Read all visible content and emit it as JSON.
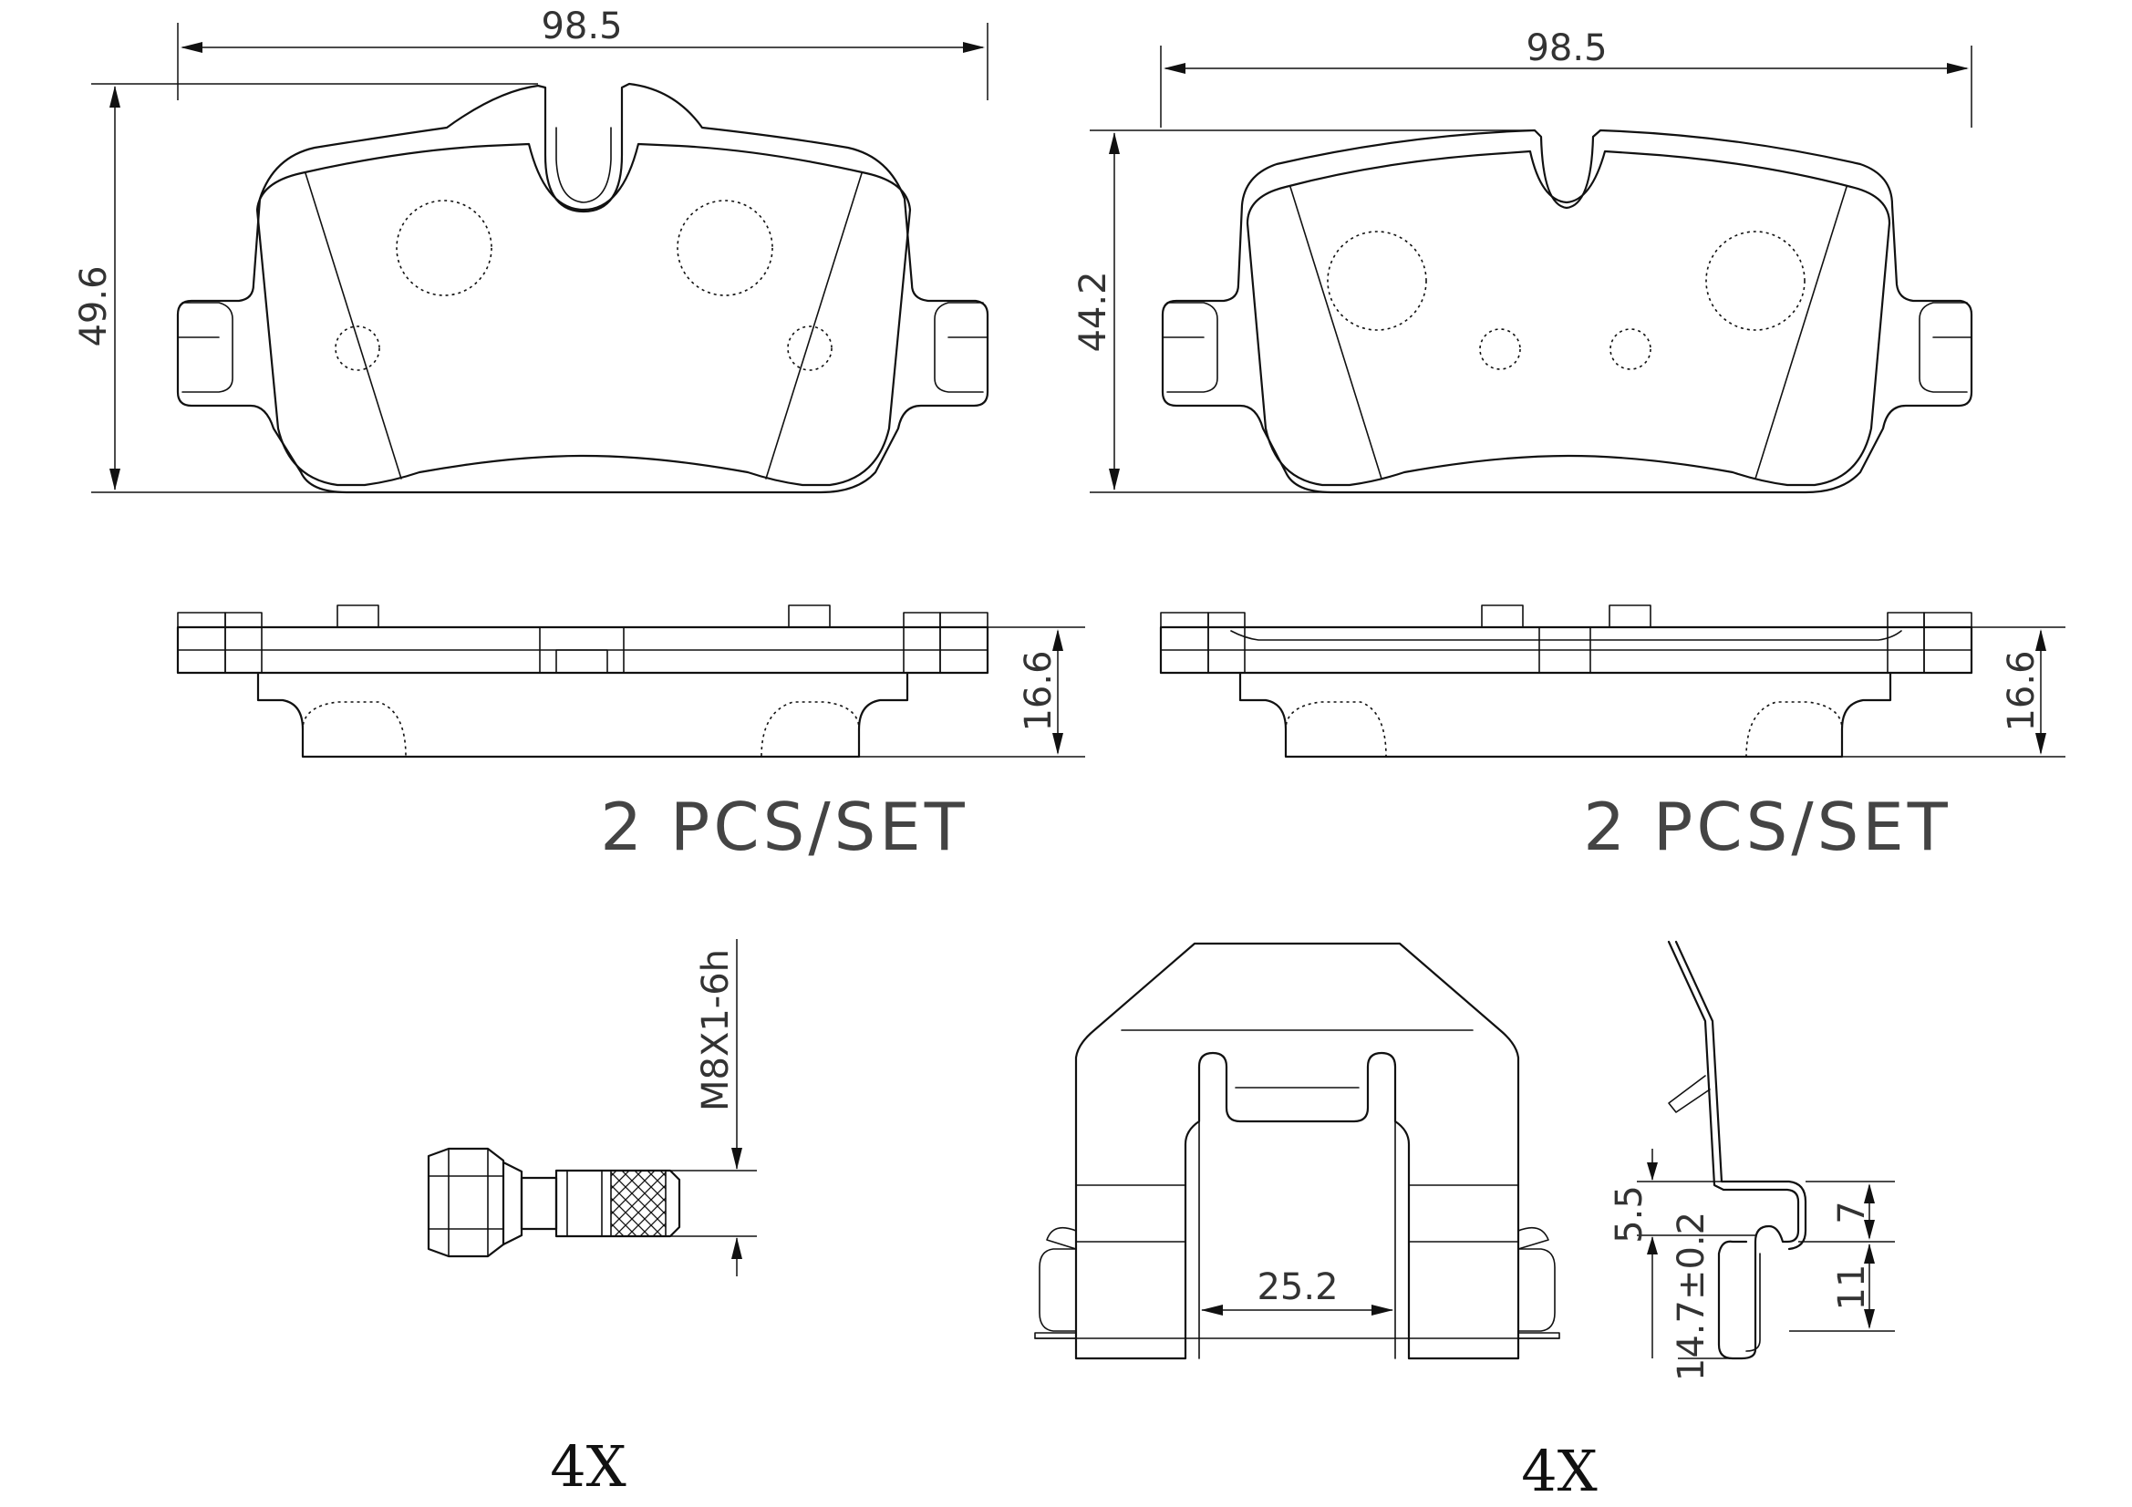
{
  "drawings": {
    "pad_a": {
      "width_dim": "98.5",
      "height_dim": "49.6",
      "thickness_dim": "16.6",
      "set_label": "2  PCS/SET"
    },
    "pad_b": {
      "width_dim": "98.5",
      "height_dim": "44.2",
      "thickness_dim": "16.6",
      "set_label": "2  PCS/SET"
    },
    "bolt": {
      "thread_spec": "M8X1-6h",
      "quantity": "4X"
    },
    "clip": {
      "width_dim": "25.2",
      "height_dim_1": "5.5",
      "height_dim_2": "7",
      "height_dim_3": "14.7±0.2",
      "height_dim_4": "11",
      "quantity": "4X"
    }
  },
  "colors": {
    "line": "#111111",
    "text": "#333333"
  }
}
